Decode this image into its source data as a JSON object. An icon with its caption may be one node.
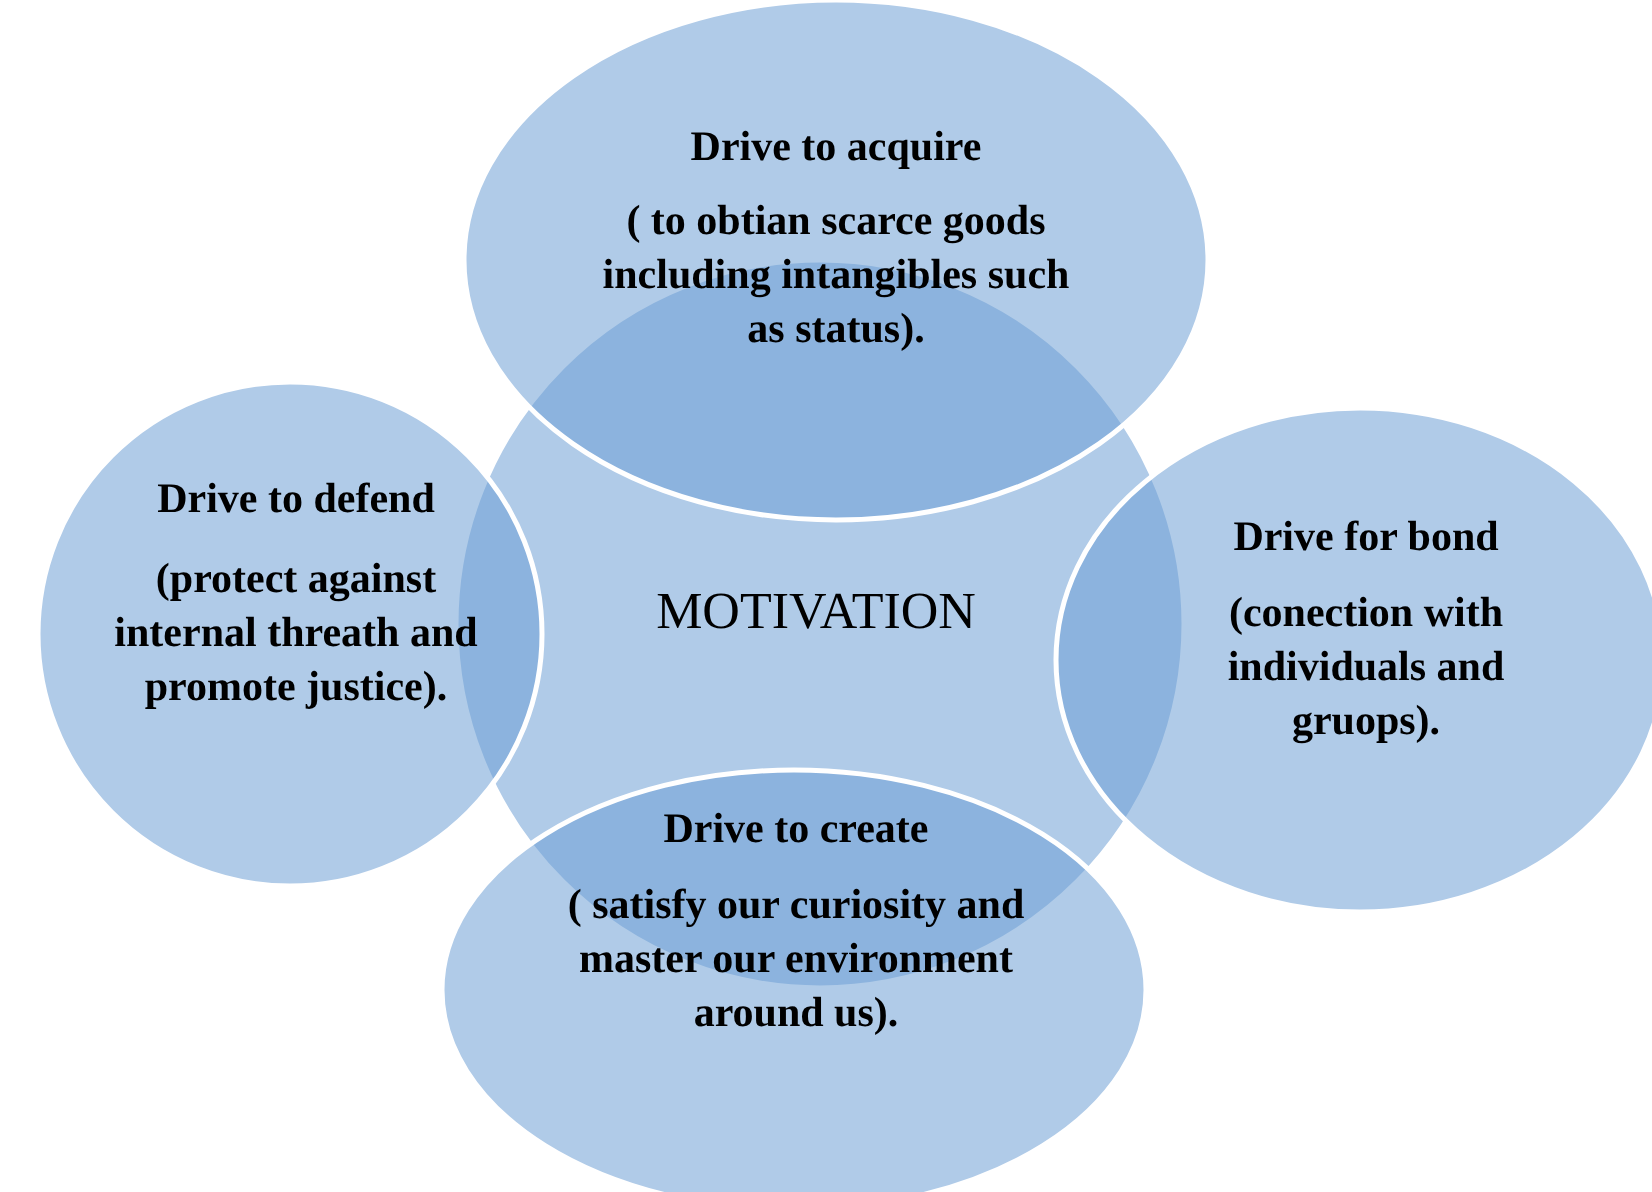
{
  "diagram": {
    "nodes": [
      {
        "text": [
          "Drive to acquire",
          "( to obtian scarce goods including intangibles such as status)."
        ]
      },
      {
        "text": [
          "Drive to defend",
          "(protect against internal threath and promote justice)."
        ]
      },
      {
        "text": [
          "MOTIVATION"
        ]
      },
      {
        "text": [
          "Drive for bond",
          "(conection with individuals and gruops)."
        ]
      },
      {
        "text": [
          "Drive to create",
          "( satisfy our curiosity and master our environment around us)."
        ]
      }
    ]
  }
}
